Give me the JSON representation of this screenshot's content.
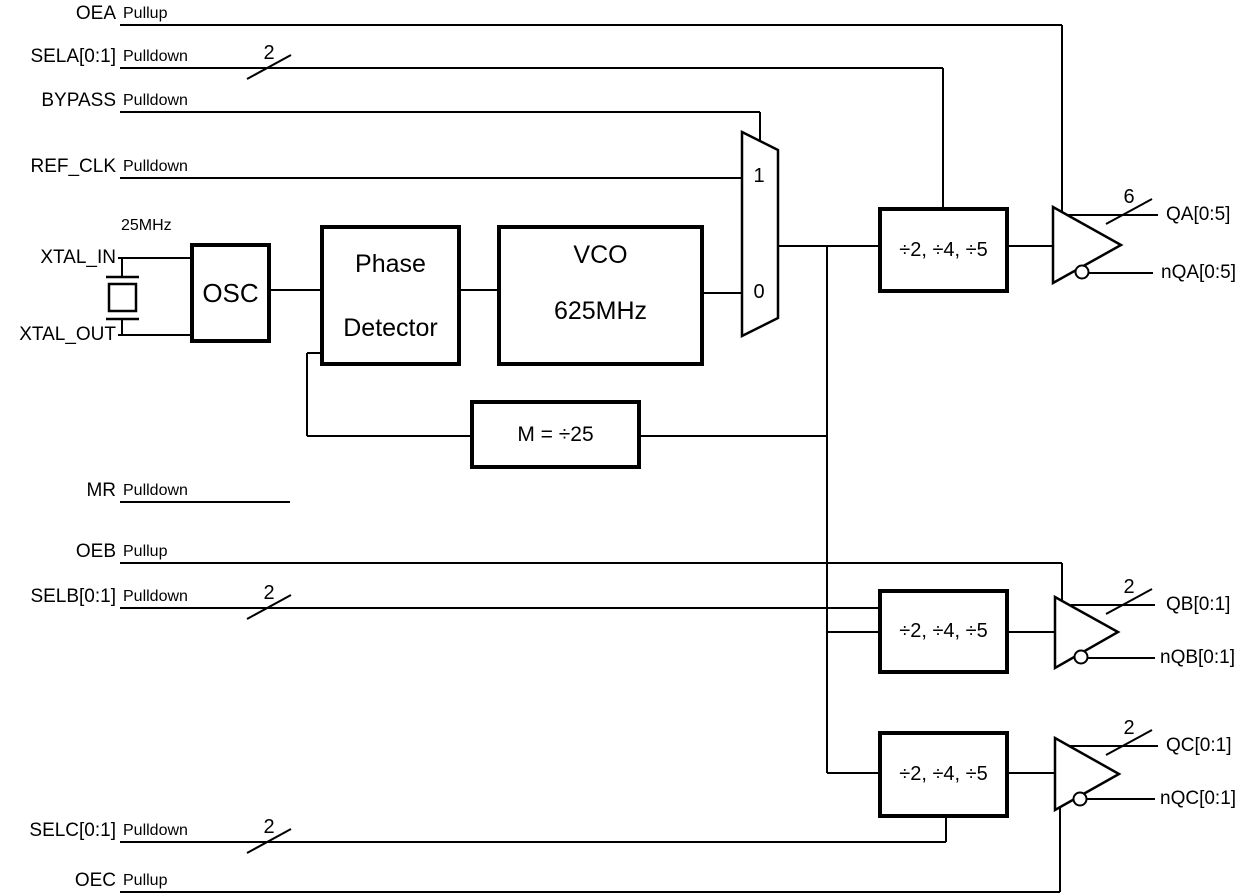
{
  "pins": {
    "oea": {
      "label": "OEA",
      "pull": "Pullup"
    },
    "sela": {
      "label": "SELA[0:1]",
      "pull": "Pulldown",
      "bus_width": "2"
    },
    "bypass": {
      "label": "BYPASS",
      "pull": "Pulldown"
    },
    "ref_clk": {
      "label": "REF_CLK",
      "pull": "Pulldown"
    },
    "xtal_in": {
      "label": "XTAL_IN"
    },
    "xtal_out": {
      "label": "XTAL_OUT"
    },
    "mr": {
      "label": "MR",
      "pull": "Pulldown"
    },
    "oeb": {
      "label": "OEB",
      "pull": "Pullup"
    },
    "selb": {
      "label": "SELB[0:1]",
      "pull": "Pulldown",
      "bus_width": "2"
    },
    "selc": {
      "label": "SELC[0:1]",
      "pull": "Pulldown",
      "bus_width": "2"
    },
    "oec": {
      "label": "OEC",
      "pull": "Pullup"
    }
  },
  "crystal": {
    "frequency": "25MHz"
  },
  "blocks": {
    "osc": {
      "label": "OSC"
    },
    "phase_detector": {
      "line1": "Phase",
      "line2": "Detector"
    },
    "vco": {
      "line1": "VCO",
      "line2": "625MHz"
    },
    "feedback_divider": {
      "label": "M = ÷25"
    },
    "divider_a": {
      "label": "÷2, ÷4, ÷5"
    },
    "divider_b": {
      "label": "÷2, ÷4, ÷5"
    },
    "divider_c": {
      "label": "÷2, ÷4, ÷5"
    }
  },
  "mux": {
    "input_1": "1",
    "input_0": "0"
  },
  "outputs": {
    "qa": {
      "label": "QA[0:5]",
      "bus_width": "6"
    },
    "nqa": {
      "label": "nQA[0:5]"
    },
    "qb": {
      "label": "QB[0:1]",
      "bus_width": "2"
    },
    "nqb": {
      "label": "nQB[0:1]"
    },
    "qc": {
      "label": "QC[0:1]",
      "bus_width": "2"
    },
    "nqc": {
      "label": "nQC[0:1]"
    }
  },
  "colors": {
    "line": "#000000",
    "background": "#ffffff",
    "text": "#000000"
  }
}
